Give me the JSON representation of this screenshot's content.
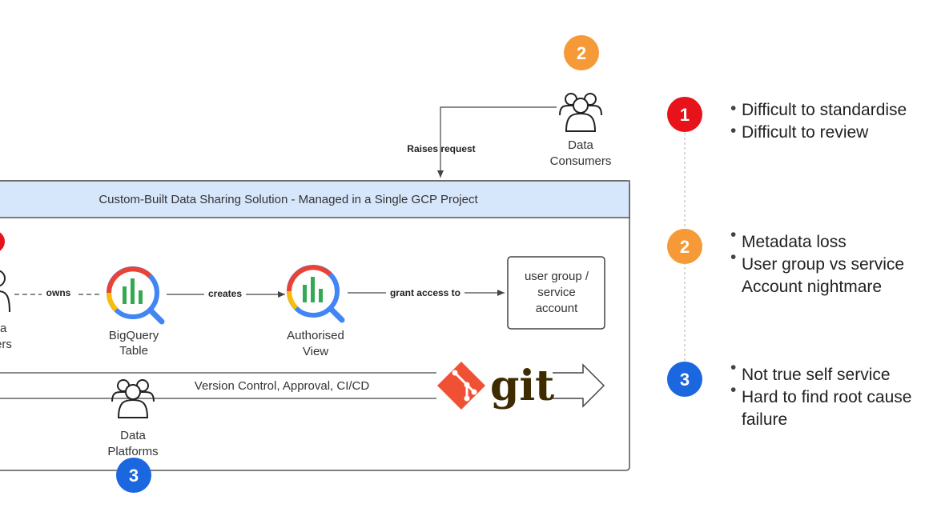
{
  "diagram": {
    "container_title": "Custom-Built Data Sharing Solution - Managed in a Single GCP Project",
    "consumers": {
      "line1": "Data",
      "line2": "Consumers"
    },
    "owners": {
      "line1": "a",
      "line2": "ers"
    },
    "table": {
      "line1": "BigQuery",
      "line2": "Table"
    },
    "view": {
      "line1": "Authorised",
      "line2": "View"
    },
    "target": {
      "line1": "user group /",
      "line2": "service",
      "line3": "account"
    },
    "platforms": {
      "line1": "Data",
      "line2": "Platforms"
    },
    "git_logo_text": "git",
    "edges": {
      "raises": "Raises request",
      "owns": "owns",
      "creates": "creates",
      "grant": "grant access to",
      "pipeline": "Version Control, Approval, CI/CD"
    },
    "badges": {
      "consumers": "2",
      "platforms": "3"
    }
  },
  "legend": [
    {
      "number": "1",
      "color": "#e8121b",
      "items": [
        "Difficult to standardise",
        "Difficult to review"
      ]
    },
    {
      "number": "2",
      "color": "#f59a37",
      "items": [
        "Metadata loss",
        "User group vs service",
        "Account nightmare"
      ]
    },
    {
      "number": "3",
      "color": "#1a67e0",
      "items": [
        "Not true self service",
        "Hard to find root cause",
        "failure"
      ]
    }
  ],
  "colors": {
    "red": "#e8121b",
    "orange": "#f59a37",
    "blue": "#1a67e0",
    "header_fill": "#d6e6fb",
    "git_orange": "#f05033",
    "git_text": "#3e2c00"
  }
}
